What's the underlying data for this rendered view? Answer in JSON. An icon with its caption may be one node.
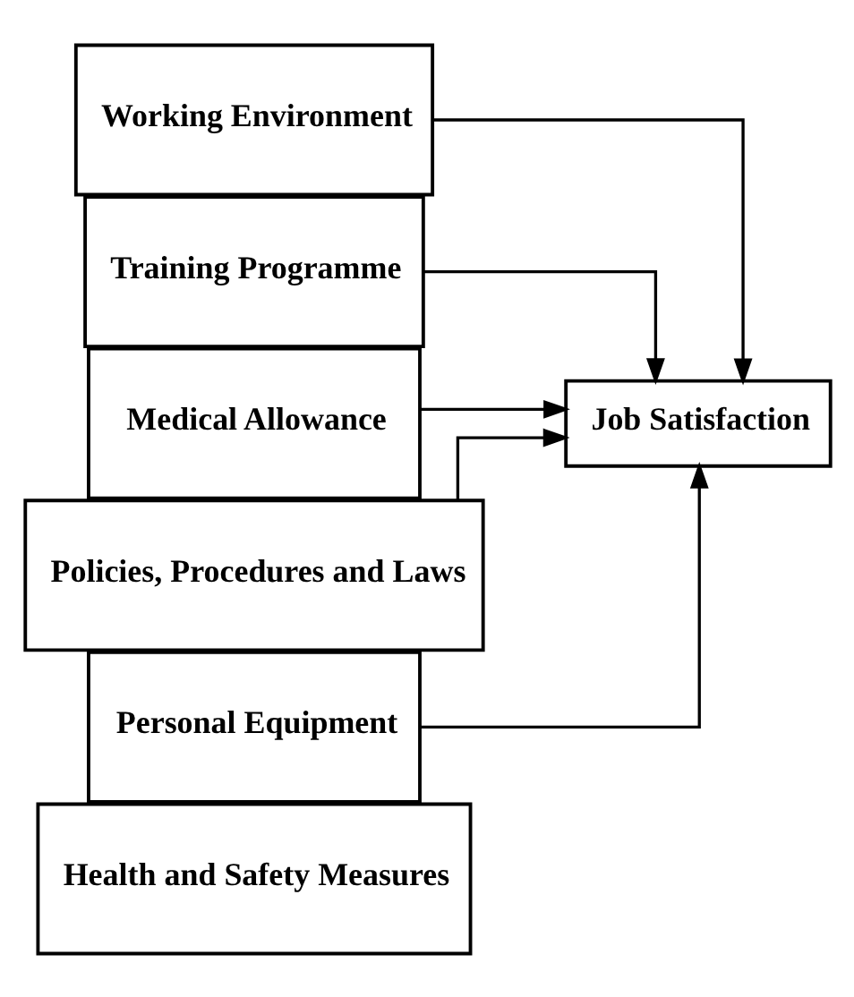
{
  "diagram": {
    "nodes": [
      {
        "text": [
          "Health and Safety Measures"
        ]
      },
      {
        "text": [
          "Working Environment"
        ]
      },
      {
        "text": [
          "Training Programme"
        ]
      },
      {
        "text": [
          "Medical Allowance"
        ]
      },
      {
        "text": [
          "Policies, Procedures and Laws"
        ]
      },
      {
        "text": [
          "Personal Equipment"
        ]
      },
      {
        "text": [
          "Job Satisfaction"
        ]
      }
    ],
    "edges": [
      {
        "from": 1,
        "to": 6,
        "arrow": "to"
      },
      {
        "from": 2,
        "to": 6,
        "arrow": "to"
      },
      {
        "from": 3,
        "to": 6,
        "arrow": "to"
      },
      {
        "from": 4,
        "to": 6,
        "arrow": "to"
      },
      {
        "from": 5,
        "to": 6,
        "arrow": "to"
      }
    ]
  }
}
